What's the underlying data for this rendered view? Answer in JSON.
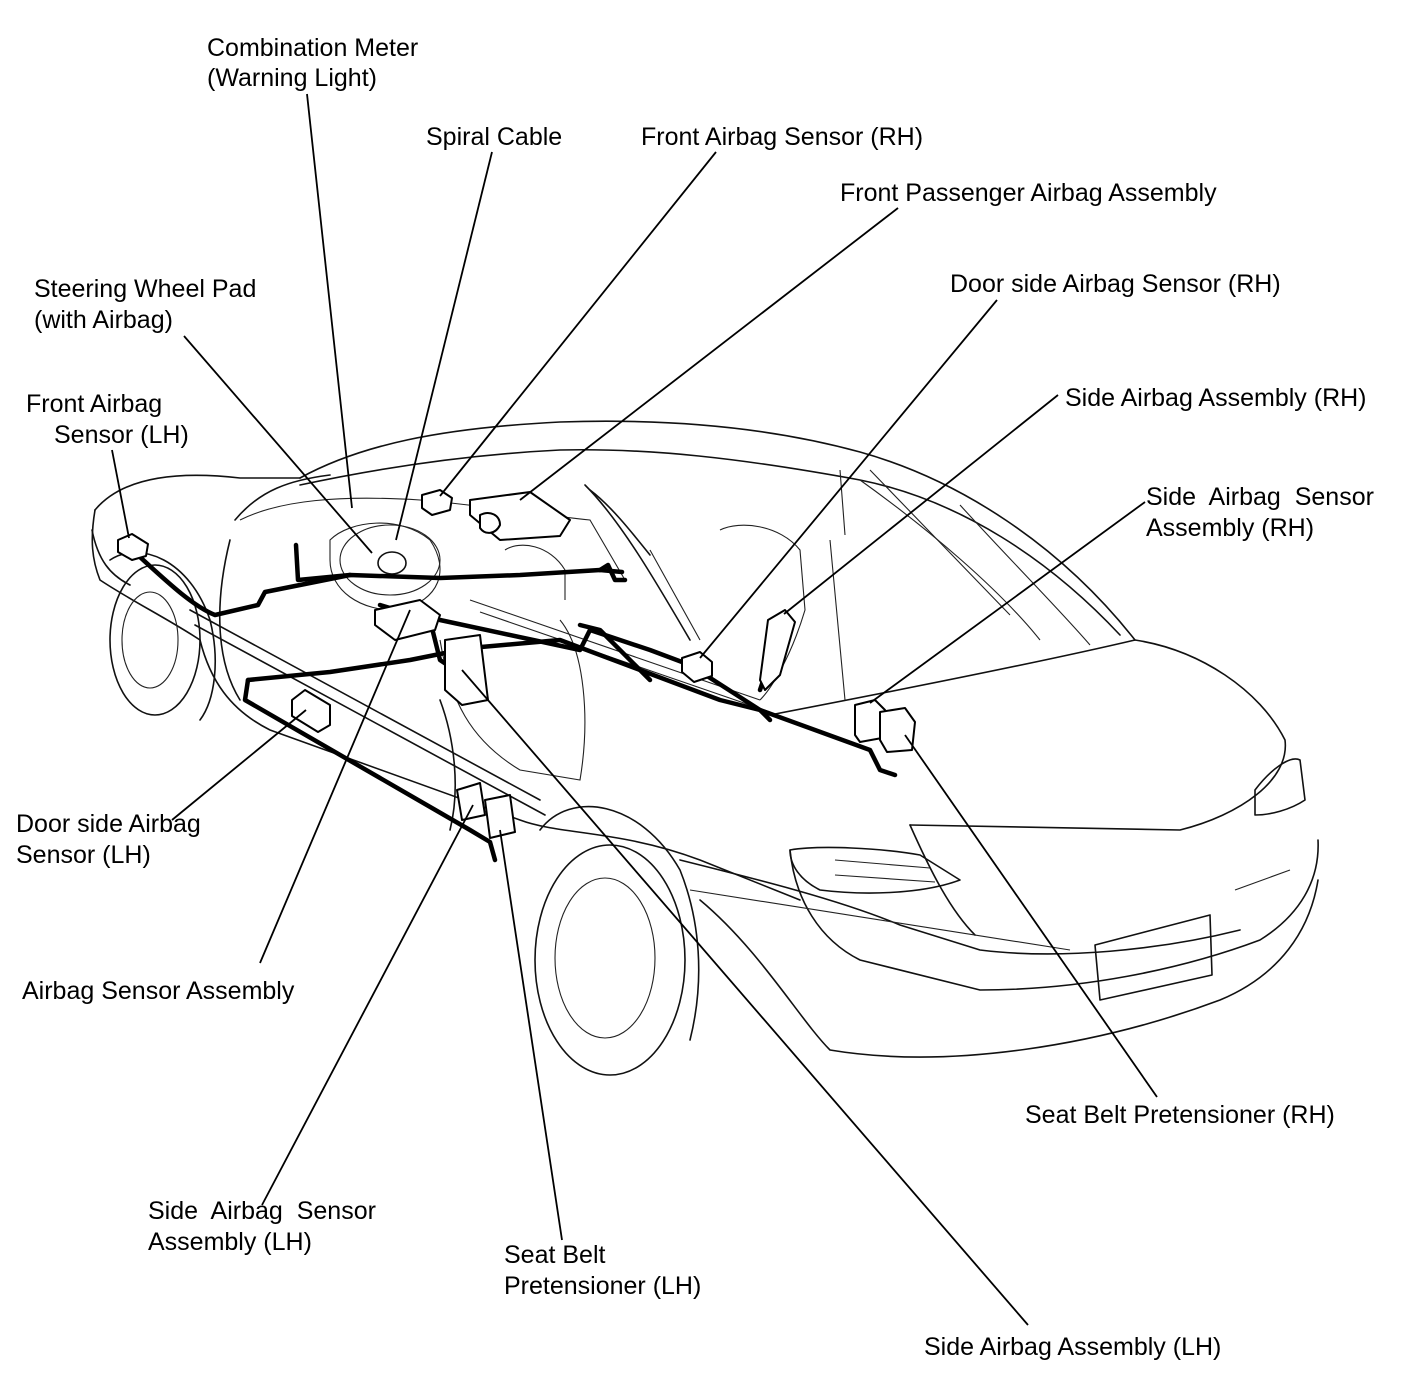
{
  "labels": {
    "combination_meter": [
      "Combination Meter",
      "(Warning Light)"
    ],
    "spiral_cable": [
      "Spiral Cable"
    ],
    "front_airbag_sensor_rh": [
      "Front Airbag Sensor (RH)"
    ],
    "front_passenger_airbag": [
      "Front Passenger Airbag Assembly"
    ],
    "steering_wheel_pad": [
      "Steering Wheel Pad",
      "(with Airbag)"
    ],
    "door_side_airbag_sensor_rh": [
      "Door side Airbag Sensor (RH)"
    ],
    "front_airbag_sensor_lh": [
      "Front Airbag",
      "Sensor (LH)"
    ],
    "side_airbag_assembly_rh": [
      "Side Airbag Assembly (RH)"
    ],
    "side_airbag_sensor_assembly_rh": [
      "Side  Airbag  Sensor",
      "Assembly (RH)"
    ],
    "door_side_airbag_sensor_lh": [
      "Door side Airbag",
      "Sensor (LH)"
    ],
    "airbag_sensor_assembly": [
      "Airbag Sensor Assembly"
    ],
    "seat_belt_pretensioner_rh": [
      "Seat Belt Pretensioner (RH)"
    ],
    "side_airbag_sensor_assembly_lh": [
      "Side  Airbag  Sensor",
      "Assembly (LH)"
    ],
    "seat_belt_pretensioner_lh": [
      "Seat Belt",
      "Pretensioner (LH)"
    ],
    "side_airbag_assembly_lh": [
      "Side Airbag Assembly (LH)"
    ]
  }
}
